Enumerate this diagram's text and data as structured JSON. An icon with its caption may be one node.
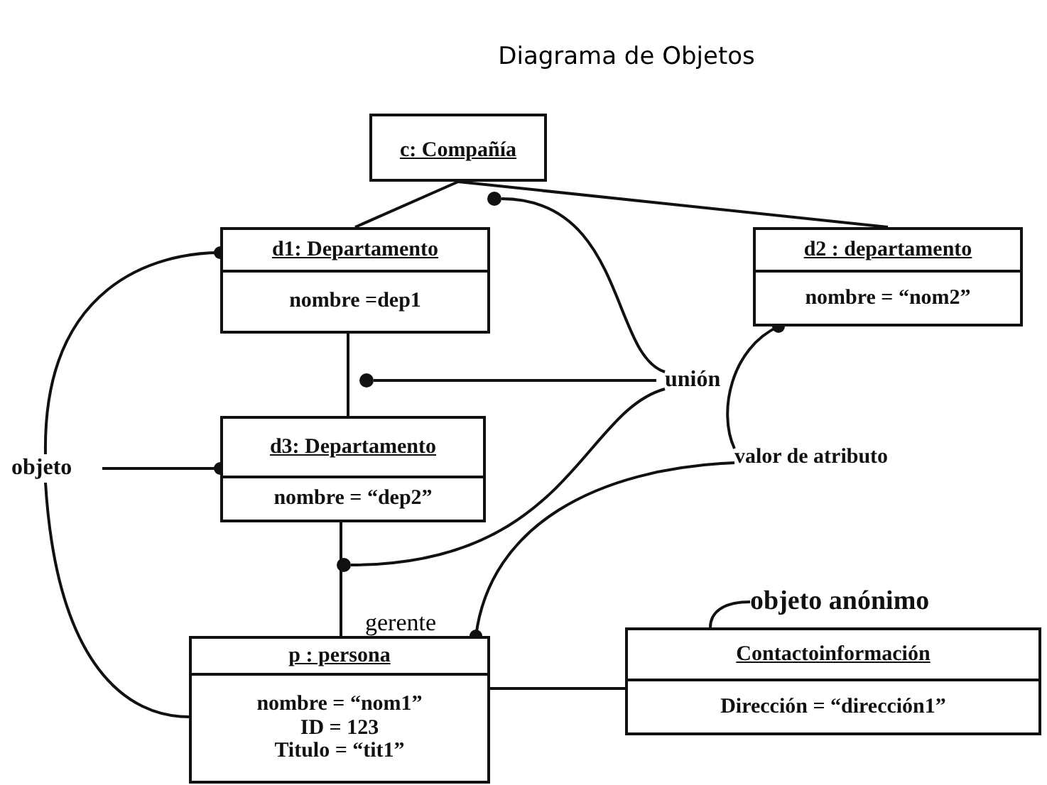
{
  "diagram": {
    "title": "Diagrama de Objetos",
    "nodes": [
      {
        "text": [
          "c: Compañía"
        ]
      },
      {
        "text": [
          "d1: Departamento",
          "nombre =dep1"
        ]
      },
      {
        "text": [
          "d2 : departamento",
          "nombre = “nom2”"
        ]
      },
      {
        "text": [
          "d3: Departamento",
          "nombre = “dep2”"
        ]
      },
      {
        "text": [
          "p : persona",
          "nombre = “nom1”",
          "ID = 123",
          "Titulo = “tit1”"
        ]
      },
      {
        "text": [
          "Contactoinformación",
          "Dirección = “dirección1”"
        ]
      },
      {
        "text": [
          "unión"
        ]
      },
      {
        "text": [
          "objeto"
        ]
      },
      {
        "text": [
          "valor de atributo"
        ]
      },
      {
        "text": [
          "objeto anónimo"
        ]
      },
      {
        "text": [],
        "shape": "circle"
      },
      {
        "text": [],
        "shape": "circle"
      },
      {
        "text": [],
        "shape": "circle"
      }
    ],
    "edges": [
      {
        "from": 0,
        "to": 1,
        "arrow": "none"
      },
      {
        "from": 0,
        "to": 2,
        "arrow": "none"
      },
      {
        "from": 1,
        "to": 3,
        "arrow": "none"
      },
      {
        "from": 3,
        "to": 4,
        "arrow": "none",
        "label": "gerente"
      },
      {
        "from": 4,
        "to": 5,
        "arrow": "none"
      },
      {
        "from": 6,
        "to": 10,
        "arrow": "none"
      },
      {
        "from": 6,
        "to": 11,
        "arrow": "none"
      },
      {
        "from": 6,
        "to": 12,
        "arrow": "none"
      },
      {
        "from": 7,
        "to": 1,
        "arrow": "other"
      },
      {
        "from": 7,
        "to": 3,
        "arrow": "other"
      },
      {
        "from": 7,
        "to": 4,
        "arrow": "none"
      },
      {
        "from": 8,
        "to": 2,
        "arrow": "other"
      },
      {
        "from": 8,
        "to": 4,
        "arrow": "other"
      },
      {
        "from": 9,
        "to": 5,
        "arrow": "none"
      }
    ]
  }
}
